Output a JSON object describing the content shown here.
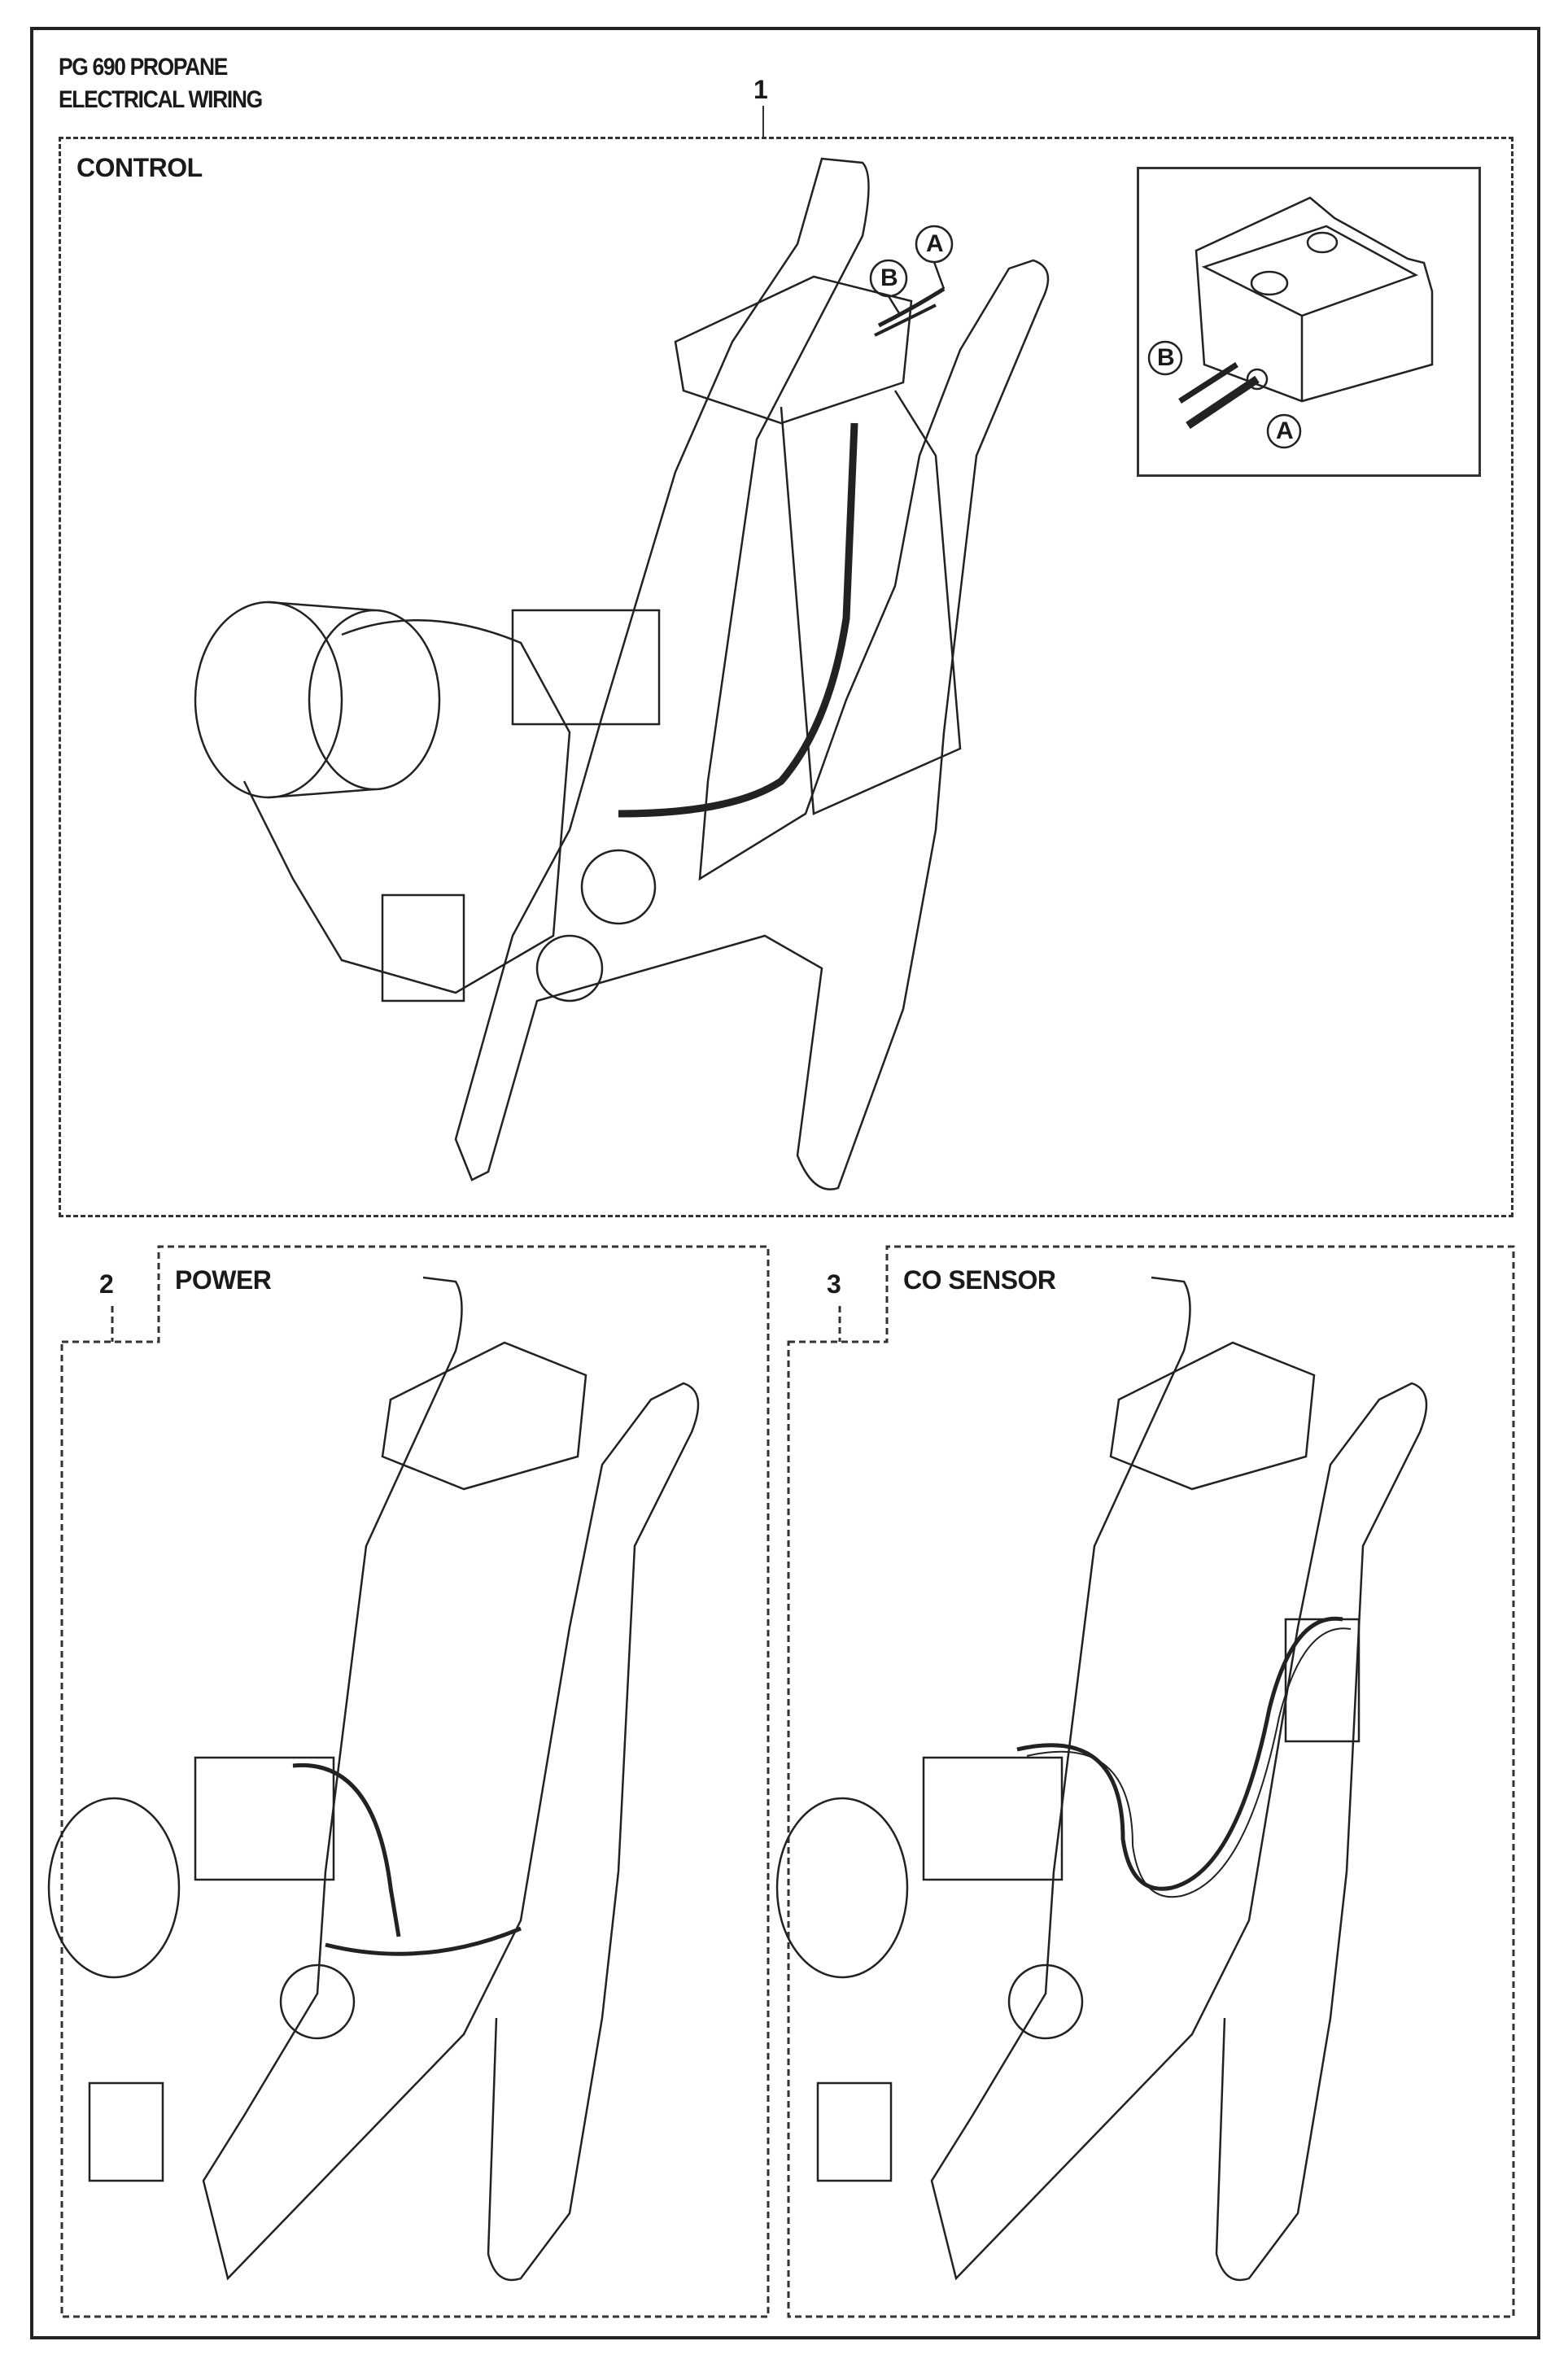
{
  "header": {
    "title_line1": "PG 690 PROPANE",
    "title_line2": "ELECTRICAL WIRING"
  },
  "sections": [
    {
      "number": "1",
      "label": "CONTROL"
    },
    {
      "number": "2",
      "label": "POWER"
    },
    {
      "number": "3",
      "label": "CO SENSOR"
    }
  ],
  "callouts": {
    "a": "A",
    "b": "B"
  }
}
